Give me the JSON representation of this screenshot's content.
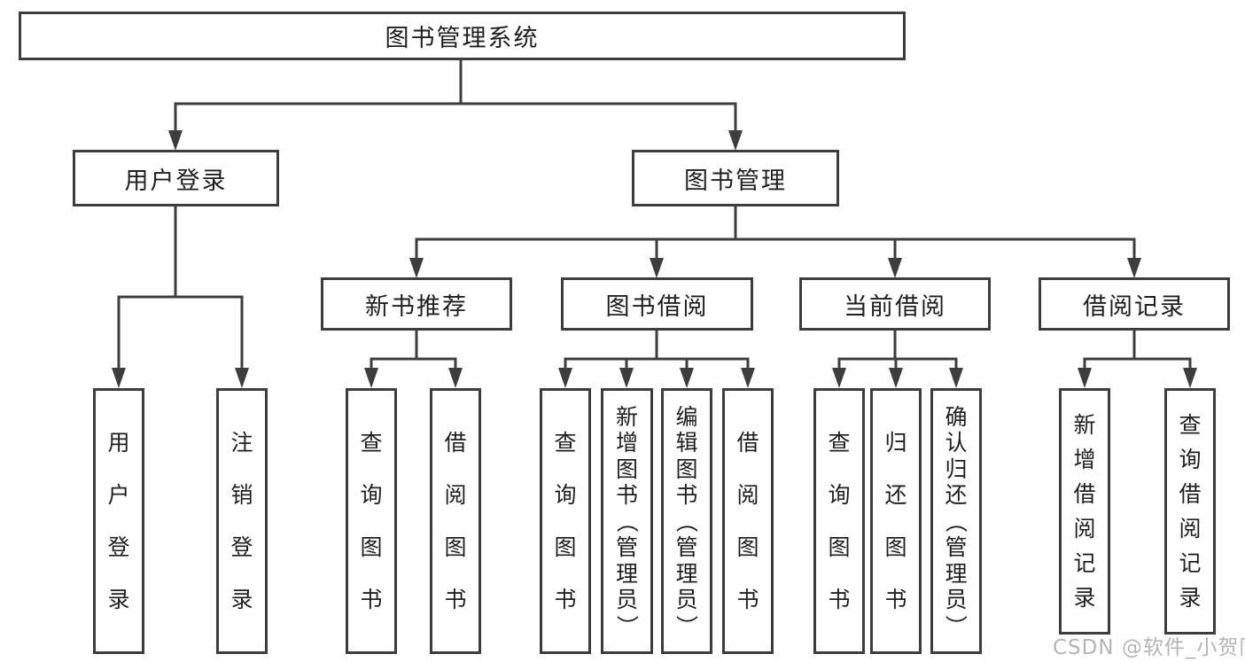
{
  "diagram": {
    "root": {
      "label": "图书管理系统"
    },
    "branches": [
      {
        "label": "用户登录",
        "children": [
          {
            "label": "用户登录"
          },
          {
            "label": "注销登录"
          }
        ]
      },
      {
        "label": "图书管理",
        "sections": [
          {
            "label": "新书推荐",
            "children": [
              {
                "label": "查询图书"
              },
              {
                "label": "借阅图书"
              }
            ]
          },
          {
            "label": "图书借阅",
            "children": [
              {
                "label": "查询图书"
              },
              {
                "label": "新增图书（管理员）"
              },
              {
                "label": "编辑图书（管理员）"
              },
              {
                "label": "借阅图书"
              }
            ]
          },
          {
            "label": "当前借阅",
            "children": [
              {
                "label": "查询图书"
              },
              {
                "label": "归还图书"
              },
              {
                "label": "确认归还（管理员）"
              }
            ]
          },
          {
            "label": "借阅记录",
            "children": [
              {
                "label": "新增借阅记录"
              },
              {
                "label": "查询借阅记录"
              }
            ]
          }
        ]
      }
    ]
  },
  "watermark": {
    "text": "CSDN @软件_小贺同学"
  },
  "colors": {
    "line": "#3d3d3d",
    "text": "#1f1f1f",
    "background": "#ffffff",
    "watermark": "#b5b5b5"
  }
}
